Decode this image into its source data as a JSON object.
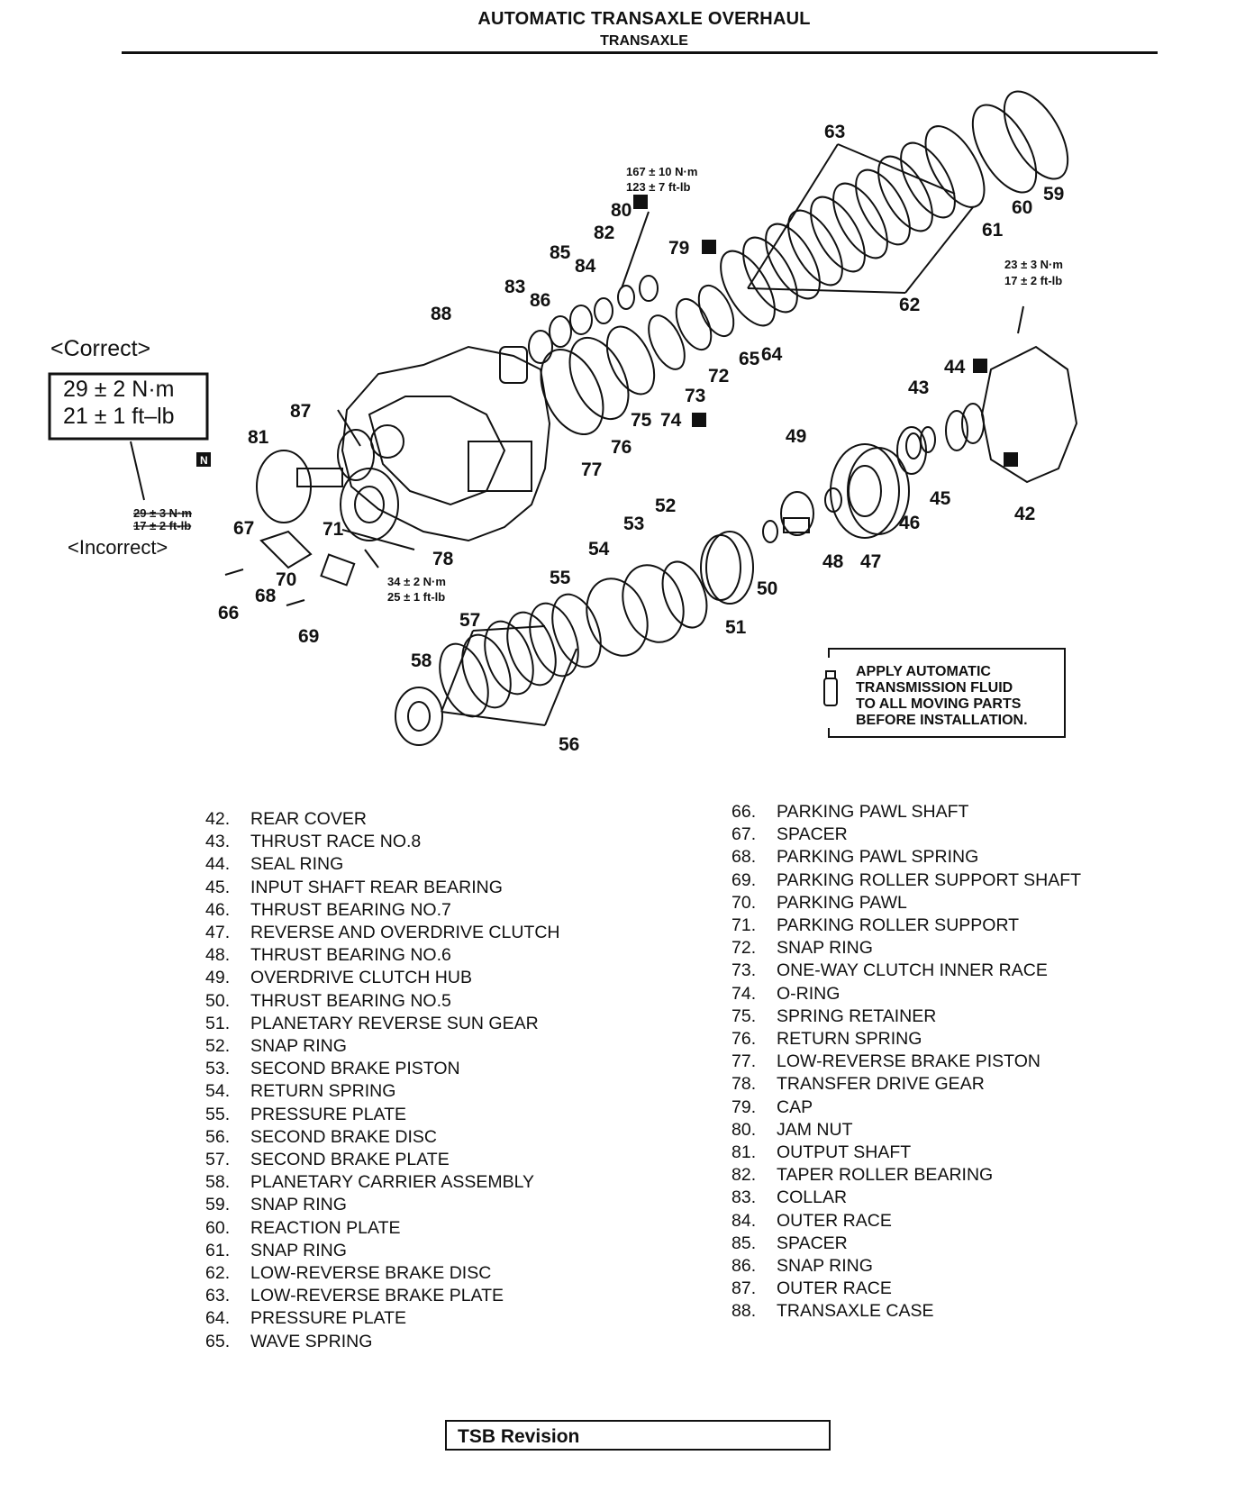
{
  "header": {
    "title": "AUTOMATIC TRANSAXLE OVERHAUL",
    "subtitle": "TRANSAXLE"
  },
  "diagram": {
    "correct_label": "<Correct>",
    "incorrect_label": "<Incorrect>",
    "correct_torque_nm": "29 ± 2 N·m",
    "correct_torque_ftlb": "21 ± 1 ft–lb",
    "incorrect_torque_nm": "29 ± 3 N·m",
    "incorrect_torque_ftlb": "17 ± 2 ft-lb",
    "torque_80_nm": "167 ± 10 N·m",
    "torque_80_ftlb": "123 ± 7 ft-lb",
    "torque_42_nm": "23 ± 3 N·m",
    "torque_42_ftlb": "17 ± 2 ft-lb",
    "torque_71_nm": "34 ± 2 N·m",
    "torque_71_ftlb": "25 ± 1 ft-lb",
    "n_mark": "N",
    "fluid_note": [
      "APPLY AUTOMATIC",
      "TRANSMISSION FLUID",
      "TO ALL MOVING PARTS",
      "BEFORE INSTALLATION."
    ],
    "callouts": [
      "42",
      "43",
      "44",
      "45",
      "46",
      "47",
      "48",
      "49",
      "50",
      "51",
      "52",
      "53",
      "54",
      "55",
      "56",
      "57",
      "58",
      "59",
      "60",
      "61",
      "62",
      "63",
      "64",
      "65",
      "66",
      "67",
      "68",
      "69",
      "70",
      "71",
      "72",
      "73",
      "74",
      "75",
      "76",
      "77",
      "78",
      "79",
      "80",
      "81",
      "82",
      "83",
      "84",
      "85",
      "86",
      "87",
      "88"
    ]
  },
  "parts_left": [
    {
      "n": "42.",
      "name": "REAR COVER"
    },
    {
      "n": "43.",
      "name": "THRUST RACE NO.8"
    },
    {
      "n": "44.",
      "name": "SEAL RING"
    },
    {
      "n": "45.",
      "name": "INPUT SHAFT REAR BEARING"
    },
    {
      "n": "46.",
      "name": "THRUST BEARING NO.7"
    },
    {
      "n": "47.",
      "name": "REVERSE AND OVERDRIVE CLUTCH"
    },
    {
      "n": "48.",
      "name": "THRUST BEARING NO.6"
    },
    {
      "n": "49.",
      "name": "OVERDRIVE CLUTCH HUB"
    },
    {
      "n": "50.",
      "name": "THRUST BEARING NO.5"
    },
    {
      "n": "51.",
      "name": "PLANETARY REVERSE SUN GEAR"
    },
    {
      "n": "52.",
      "name": "SNAP RING"
    },
    {
      "n": "53.",
      "name": "SECOND BRAKE PISTON"
    },
    {
      "n": "54.",
      "name": "RETURN SPRING"
    },
    {
      "n": "55.",
      "name": "PRESSURE PLATE"
    },
    {
      "n": "56.",
      "name": "SECOND BRAKE DISC"
    },
    {
      "n": "57.",
      "name": "SECOND BRAKE PLATE"
    },
    {
      "n": "58.",
      "name": "PLANETARY CARRIER ASSEMBLY"
    },
    {
      "n": "59.",
      "name": "SNAP RING"
    },
    {
      "n": "60.",
      "name": "REACTION PLATE"
    },
    {
      "n": "61.",
      "name": "SNAP RING"
    },
    {
      "n": "62.",
      "name": "LOW-REVERSE BRAKE DISC"
    },
    {
      "n": "63.",
      "name": "LOW-REVERSE BRAKE PLATE"
    },
    {
      "n": "64.",
      "name": "PRESSURE PLATE"
    },
    {
      "n": "65.",
      "name": "WAVE SPRING"
    }
  ],
  "parts_right": [
    {
      "n": "66.",
      "name": "PARKING PAWL SHAFT"
    },
    {
      "n": "67.",
      "name": "SPACER"
    },
    {
      "n": "68.",
      "name": "PARKING PAWL SPRING"
    },
    {
      "n": "69.",
      "name": "PARKING ROLLER SUPPORT SHAFT"
    },
    {
      "n": "70.",
      "name": "PARKING PAWL"
    },
    {
      "n": "71.",
      "name": "PARKING ROLLER SUPPORT"
    },
    {
      "n": "72.",
      "name": "SNAP RING"
    },
    {
      "n": "73.",
      "name": "ONE-WAY CLUTCH INNER RACE"
    },
    {
      "n": "74.",
      "name": "O-RING"
    },
    {
      "n": "75.",
      "name": "SPRING RETAINER"
    },
    {
      "n": "76.",
      "name": "RETURN SPRING"
    },
    {
      "n": "77.",
      "name": "LOW-REVERSE BRAKE PISTON"
    },
    {
      "n": "78.",
      "name": "TRANSFER DRIVE GEAR"
    },
    {
      "n": "79.",
      "name": "CAP"
    },
    {
      "n": "80.",
      "name": "JAM NUT"
    },
    {
      "n": "81.",
      "name": "OUTPUT SHAFT"
    },
    {
      "n": "82.",
      "name": "TAPER ROLLER BEARING"
    },
    {
      "n": "83.",
      "name": "COLLAR"
    },
    {
      "n": "84.",
      "name": "OUTER RACE"
    },
    {
      "n": "85.",
      "name": "SPACER"
    },
    {
      "n": "86.",
      "name": "SNAP RING"
    },
    {
      "n": "87.",
      "name": "OUTER RACE"
    },
    {
      "n": "88.",
      "name": "TRANSAXLE CASE"
    }
  ],
  "footer": {
    "tsb": "TSB Revision"
  }
}
